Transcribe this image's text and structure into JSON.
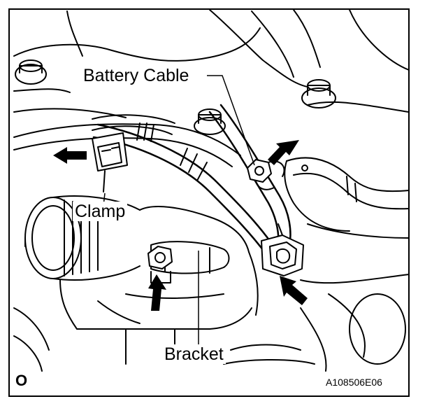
{
  "labels": {
    "battery_cable": "Battery Cable",
    "clamp": "Clamp",
    "bracket": "Bracket"
  },
  "corner_mark": "O",
  "figure_code": "A108506E06",
  "arrows": {
    "count": 4,
    "color": "#000000"
  },
  "line_color": "#000000",
  "background": "#ffffff"
}
